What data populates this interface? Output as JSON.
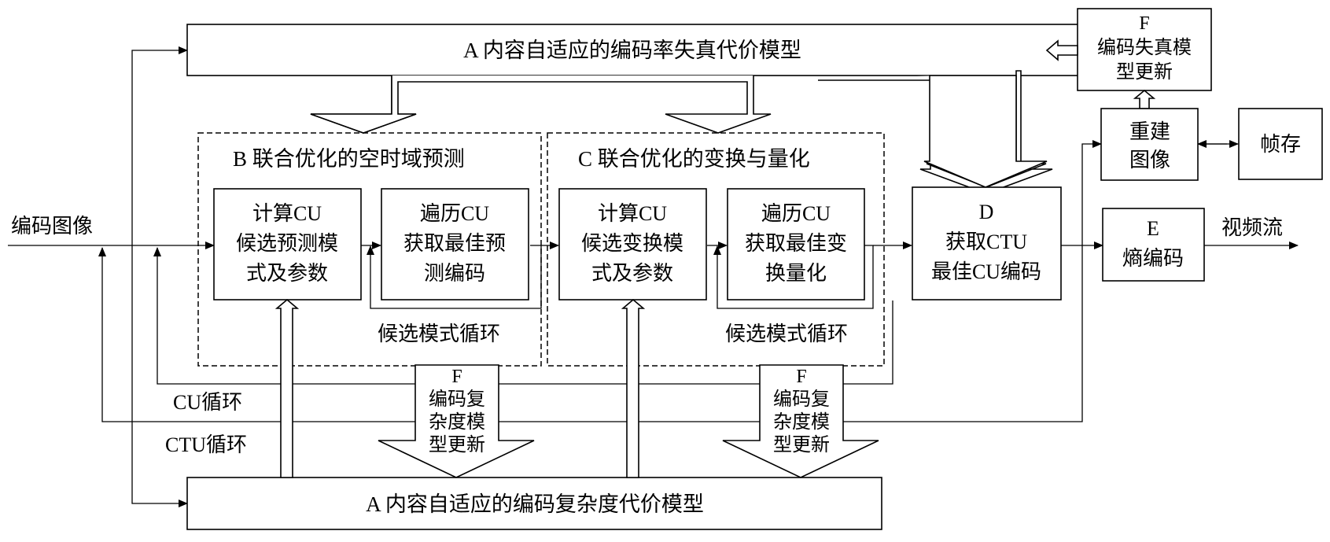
{
  "input_label": "编码图像",
  "output_label": "视频流",
  "loops": {
    "cu": "CU循环",
    "ctu": "CTU循环"
  },
  "model_a_rd": "A  内容自适应的编码率失真代价模型",
  "model_a_cx": "A  内容自适应的编码复杂度代价模型",
  "group_b": {
    "title": "B  联合优化的空时域预测",
    "box1": [
      "计算CU",
      "候选预测模",
      "式及参数"
    ],
    "box2": [
      "遍历CU",
      "获取最佳预",
      "测编码"
    ],
    "loop": "候选模式循环"
  },
  "group_c": {
    "title": "C 联合优化的变换与量化",
    "box1": [
      "计算CU",
      "候选变换模",
      "式及参数"
    ],
    "box2": [
      "遍历CU",
      "获取最佳变",
      "换量化"
    ],
    "loop": "候选模式循环"
  },
  "box_d": [
    "D",
    "获取CTU",
    "最佳CU编码"
  ],
  "box_e": [
    "E",
    "熵编码"
  ],
  "box_recon": [
    "重建",
    "图像"
  ],
  "box_frame": "帧存",
  "box_f_top": [
    "F",
    "编码失真模",
    "型更新"
  ],
  "f_arrow_1": [
    "F",
    "编码复",
    "杂度模",
    "型更新"
  ],
  "f_arrow_2": [
    "F",
    "编码复",
    "杂度模",
    "型更新"
  ]
}
